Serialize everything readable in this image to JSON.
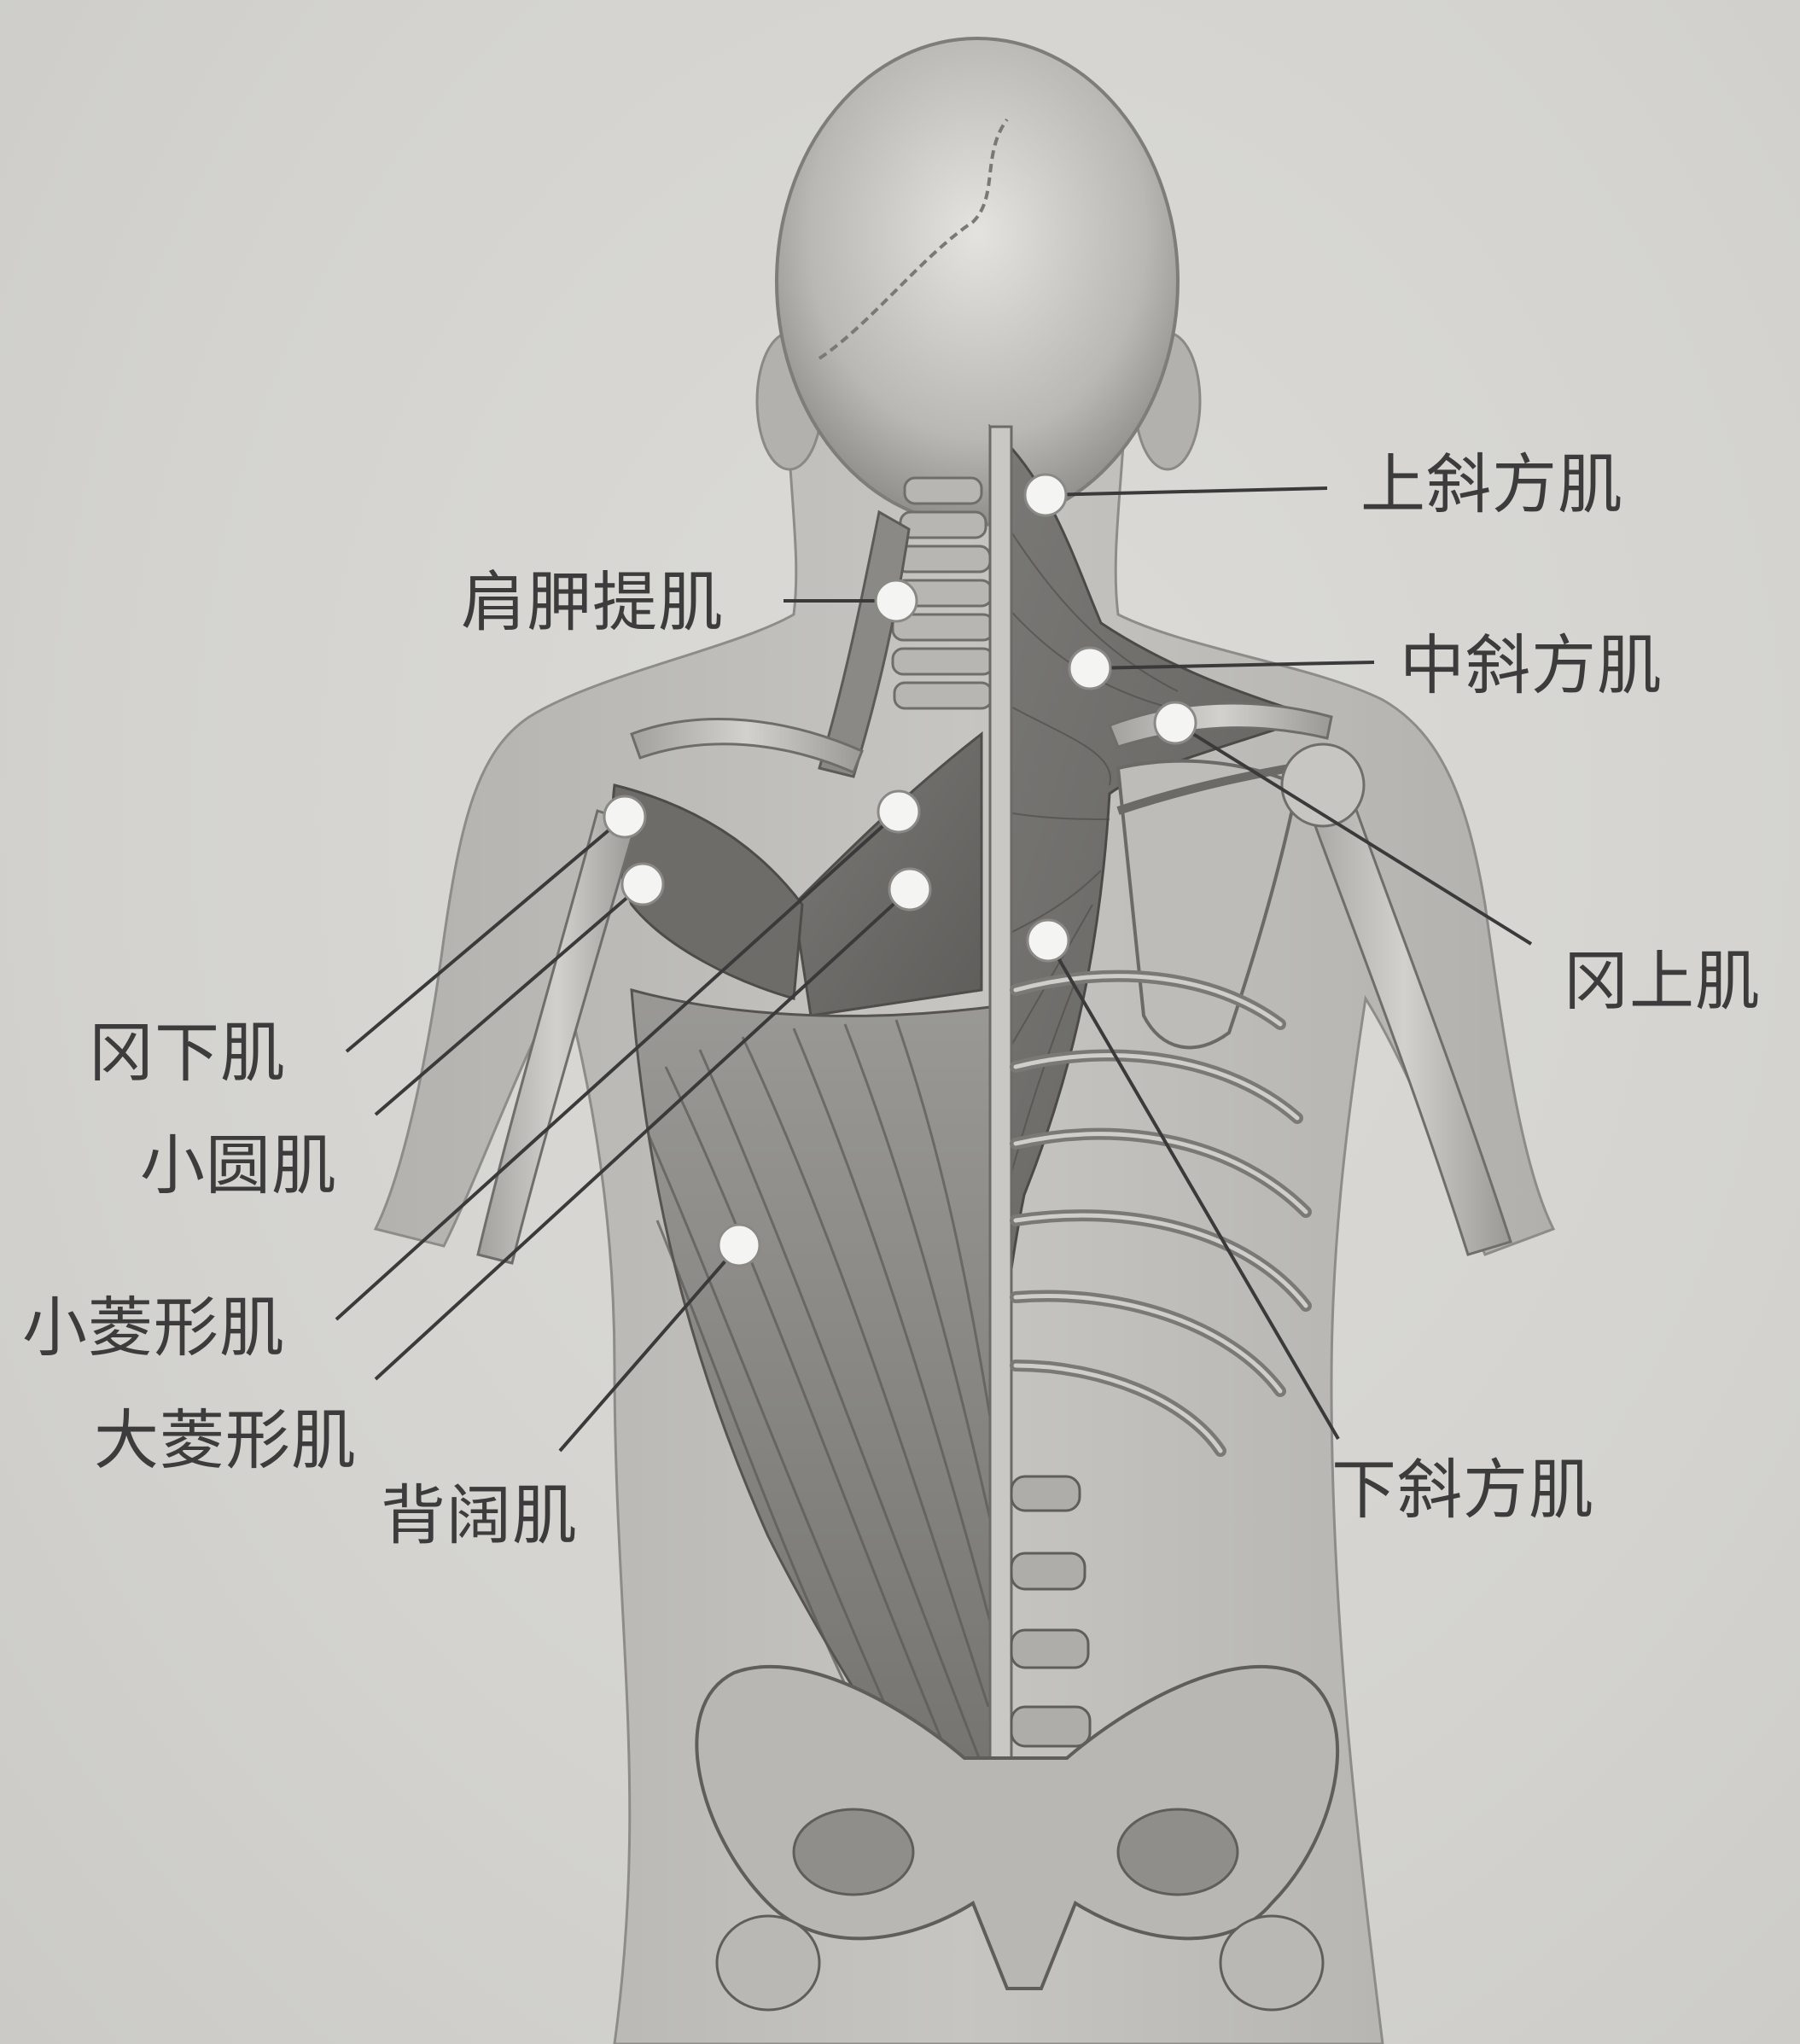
{
  "labels": {
    "upper_trapezius": "上斜方肌",
    "levator_scapulae": "肩胛提肌",
    "middle_trapezius": "中斜方肌",
    "supraspinatus": "冈上肌",
    "infraspinatus": "冈下肌",
    "teres_minor": "小圆肌",
    "rhomboid_minor": "小菱形肌",
    "rhomboid_major": "大菱形肌",
    "latissimus_dorsi": "背阔肌",
    "lower_trapezius": "下斜方肌"
  },
  "colors": {
    "background": "#d6d5d1",
    "marker_fill": "#f4f4f2",
    "leader_line": "#3a3a3a",
    "text": "#3c3c3c"
  }
}
